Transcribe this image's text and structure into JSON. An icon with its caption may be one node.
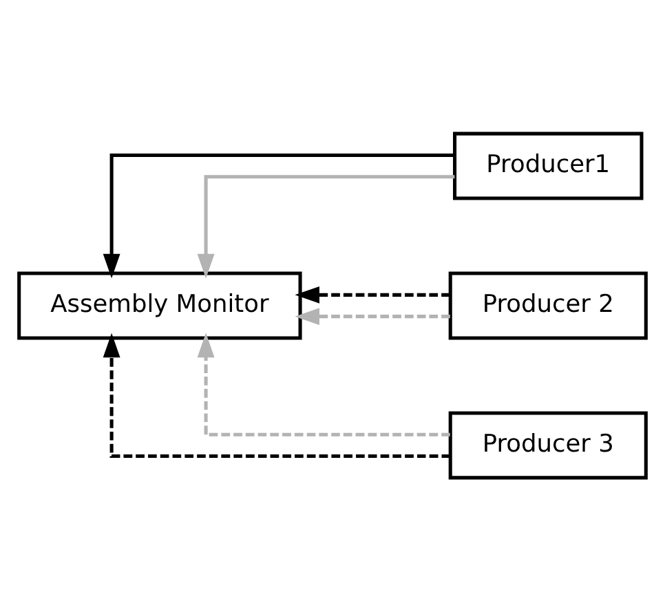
{
  "diagram": {
    "nodes": [
      {
        "text": [
          "Assembly Monitor"
        ]
      },
      {
        "text": [
          "Producer1"
        ]
      },
      {
        "text": [
          "Producer 2"
        ]
      },
      {
        "text": [
          "Producer 3"
        ]
      }
    ],
    "edges": [
      {
        "from": 1,
        "to": 0,
        "arrow": "to",
        "color": "#b3b3b3"
      },
      {
        "from": 1,
        "to": 0,
        "arrow": "to",
        "color": "#000000"
      },
      {
        "from": 2,
        "to": 0,
        "arrow": "to",
        "style": "dashed",
        "color": "#b3b3b3"
      },
      {
        "from": 2,
        "to": 0,
        "arrow": "to",
        "style": "dashed",
        "color": "#000000"
      },
      {
        "from": 3,
        "to": 0,
        "arrow": "to",
        "style": "dashed",
        "color": "#b3b3b3"
      },
      {
        "from": 3,
        "to": 0,
        "arrow": "to",
        "style": "dashed",
        "color": "#000000"
      }
    ]
  }
}
